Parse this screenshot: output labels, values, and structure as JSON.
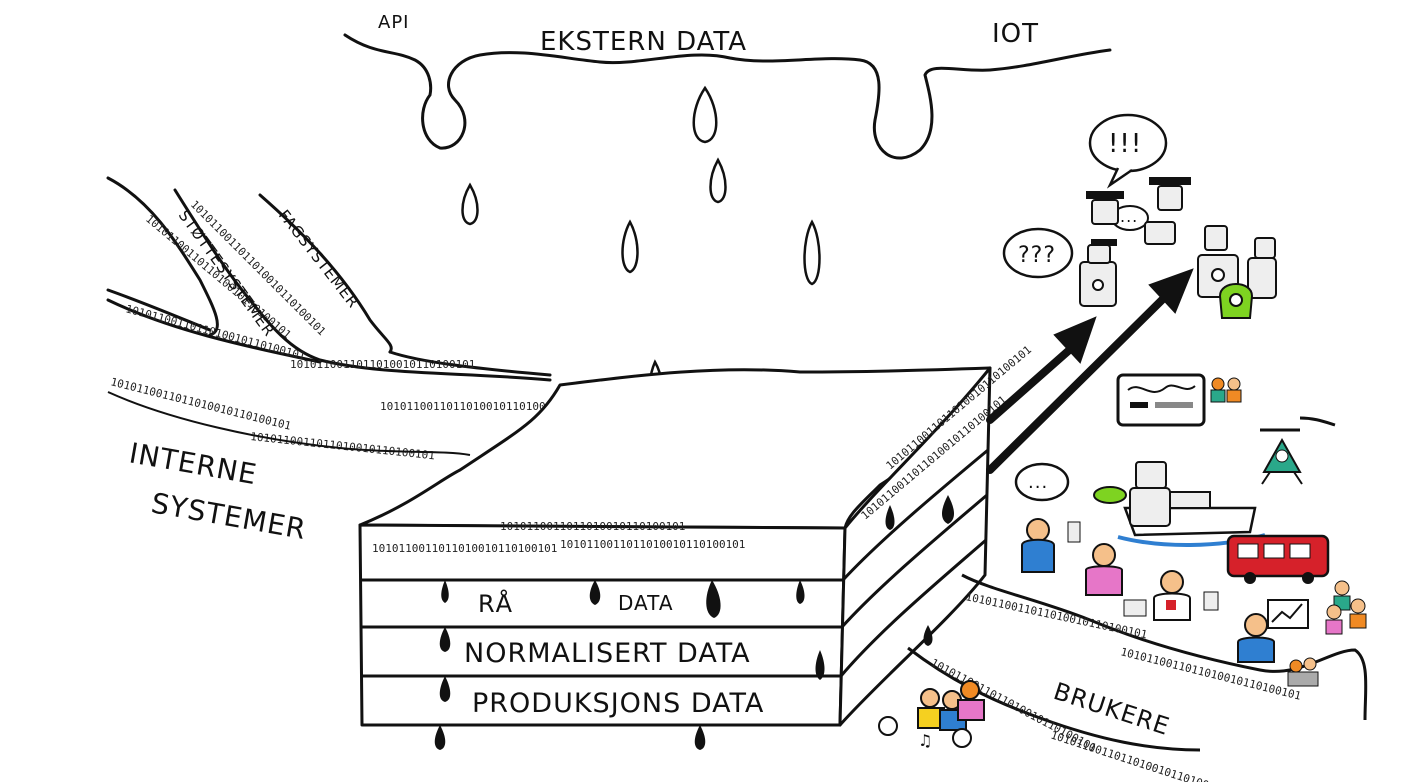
{
  "labels": {
    "api": "API",
    "ekstern_data": "EKSTERN DATA",
    "iot": "IOT",
    "fagsystemer": "FAGSYSTEMER",
    "stottesystemer": "STØTTESYSTEMER",
    "interne_line1": "INTERNE",
    "interne_line2": "SYSTEMER",
    "ra": "RÅ",
    "data": "DATA",
    "normalisert": "NORMALISERT DATA",
    "produksjon": "PRODUKSJONS DATA",
    "brukere": "BRUKERE",
    "speech_excl": "!!!",
    "speech_q": "???",
    "speech_dots": "...",
    "bits": "1010110011011010010110100101"
  },
  "colors": {
    "ink": "#111111",
    "green": "#7ed321",
    "blue": "#2f7fd1",
    "pink": "#e676c8",
    "red": "#d6212a",
    "orange": "#f08a24",
    "teal": "#2aa88a"
  }
}
